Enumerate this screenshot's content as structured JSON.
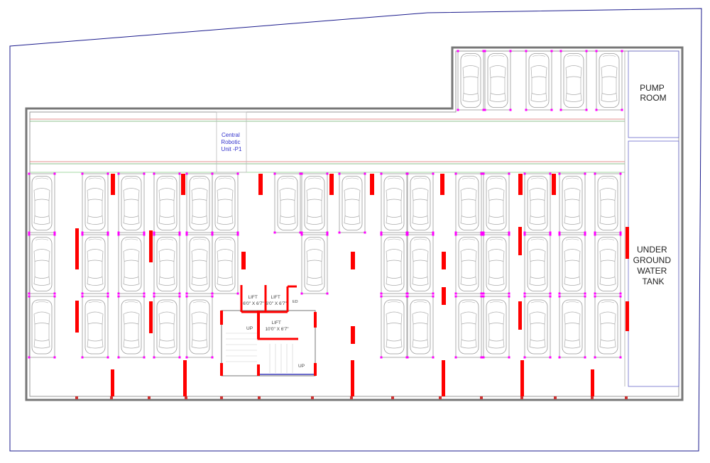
{
  "plan": {
    "robotic_unit": [
      "Central",
      "Robotic",
      "Unit -P1"
    ],
    "pump_room": [
      "PUMP",
      "ROOM"
    ],
    "water_tank": [
      "UNDER",
      "GROUND",
      "WATER",
      "TANK"
    ],
    "lift_1": [
      "LIFT",
      "6'0\" X 6'7\""
    ],
    "lift_2": [
      "LIFT",
      "6'0\" X 6'7\""
    ],
    "lift_3": [
      "LIFT",
      "10'0\" X 6'7\""
    ],
    "ed_label": "ED",
    "stair_up_1": "UP",
    "stair_up_2": "UP"
  },
  "colors": {
    "column": "#ff0000",
    "site_boundary": "#1a1a8c",
    "wall": "#888888",
    "label_blue": "#3333cc",
    "bay_marker": "#ff00ff"
  },
  "icons": [
    "car-icon",
    "structural-column",
    "staircase"
  ]
}
